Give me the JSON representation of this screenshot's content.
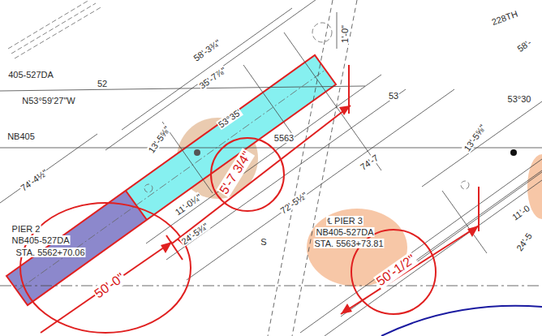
{
  "diagram": {
    "labels": [
      "58'-3¾\"",
      "228TH",
      "35'-7⅞\"",
      "405-527DA",
      "52",
      "N53°59'27\"W",
      "53°35'",
      "53",
      "NB405",
      "74'-4½\"",
      "13'-5⅝\"",
      "5563",
      "11'-0¼\"",
      "24'-5¾\"",
      "72'-5½\"",
      "5'-7 3/4\"",
      "74'-7",
      "13'-5⅝\"",
      "53°30",
      "11'-0",
      "24'-5",
      "PIER 2",
      "NB405-527DA",
      "STA. 5562+70.06",
      "℄ PIER 3",
      "NB405-527DA",
      "STA. 5563+73.81",
      "50'-0\"",
      "50'-1/2\"",
      "S",
      "1'-0\"",
      "58'-"
    ]
  }
}
